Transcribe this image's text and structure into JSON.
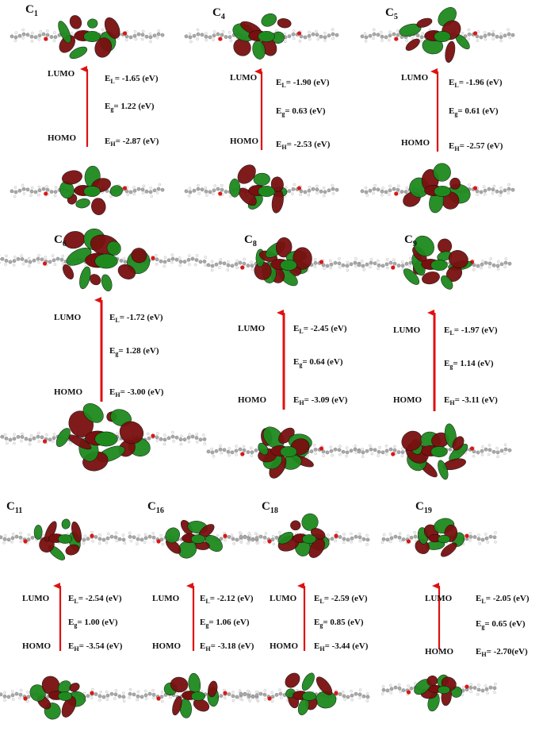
{
  "diagram": {
    "compounds": [
      {
        "name": "C",
        "sub": "1",
        "lumo_label": "LUMO",
        "homo_label": "HOMO",
        "el": "= -1.65 (eV)",
        "eg": "= 1.22 (eV)",
        "eh": "= -2.87 (eV)"
      },
      {
        "name": "C",
        "sub": "4",
        "lumo_label": "LUMO",
        "homo_label": "HOMO",
        "el": "= -1.90 (eV)",
        "eg": "= 0.63 (eV)",
        "eh": "= -2.53 (eV)"
      },
      {
        "name": "C",
        "sub": "5",
        "lumo_label": "LUMO",
        "homo_label": "HOMO",
        "el": "= -1.96 (eV)",
        "eg": "= 0.61 (eV)",
        "eh": "= -2.57 (eV)"
      },
      {
        "name": "C",
        "sub": "6",
        "lumo_label": "LUMO",
        "homo_label": "HOMO",
        "el": "= -1.72 (eV)",
        "eg": "= 1.28 (eV)",
        "eh": "= -3.00 (eV)"
      },
      {
        "name": "C",
        "sub": "8",
        "lumo_label": "LUMO",
        "homo_label": "HOMO",
        "el": "= -2.45 (eV)",
        "eg": "= 0.64 (eV)",
        "eh": "= -3.09 (eV)"
      },
      {
        "name": "C",
        "sub": "9",
        "lumo_label": "LUMO",
        "homo_label": "HOMO",
        "el": "= -1.97 (eV)",
        "eg": "= 1.14 (eV)",
        "eh": "= -3.11 (eV)"
      },
      {
        "name": "C",
        "sub": "11",
        "lumo_label": "LUMO",
        "homo_label": "HOMO",
        "el": "= -2.54 (eV)",
        "eg": "= 1.00 (eV)",
        "eh": "= -3.54 (eV)"
      },
      {
        "name": "C",
        "sub": "16",
        "lumo_label": "LUMO",
        "homo_label": "HOMO",
        "el": "= -2.12 (eV)",
        "eg": "= 1.06 (eV)",
        "eh": "= -3.18 (eV)"
      },
      {
        "name": "C",
        "sub": "18",
        "lumo_label": "LUMO",
        "homo_label": "HOMO",
        "el": "= -2.59 (eV)",
        "eg": "= 0.85 (eV)",
        "eh": "= -3.44 (eV)"
      },
      {
        "name": "C",
        "sub": "19",
        "lumo_label": "LUMO",
        "homo_label": "HOMO",
        "el": "= -2.05 (eV)",
        "eg": "= 0.65 (eV)",
        "eh": "= -2.70(eV)"
      }
    ],
    "symbols": {
      "e": "E",
      "l_sub": "L",
      "g_sub": "g",
      "h_sub": "H"
    },
    "colors": {
      "arrow": "#e01010",
      "lobe_green": "#1e8a1e",
      "lobe_red": "#7a0f0f",
      "atom_c": "#a8a8a8",
      "atom_h": "#f2f2f2",
      "atom_n": "#2323b8",
      "atom_o": "#d81818",
      "atom_f": "#7ed66a"
    }
  }
}
